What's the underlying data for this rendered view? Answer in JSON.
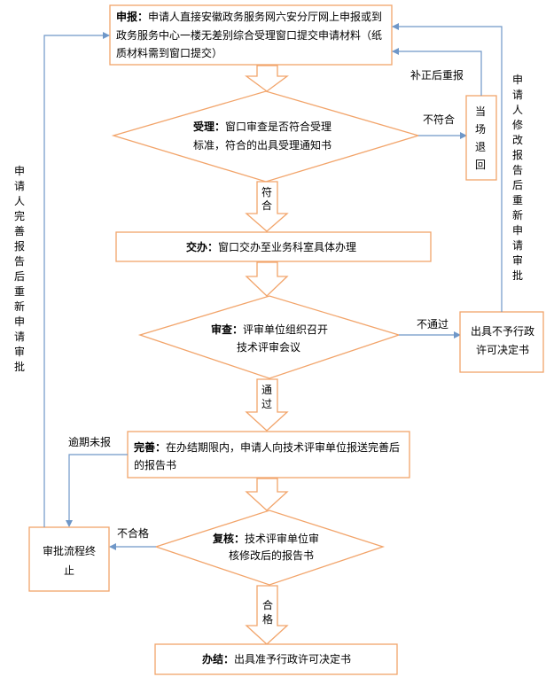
{
  "nodes": {
    "apply": {
      "head": "申报：",
      "lines": [
        "申请人直接安徽政务服务网六安分厅网上申报或到",
        "政务服务中心一楼无差别综合受理窗口提交申请材料（纸",
        "质材料需到窗口提交）"
      ]
    },
    "accept": {
      "head": "受理：",
      "lines": [
        "窗口审查是否符合受理",
        "标准，符合的出具受理通知书"
      ]
    },
    "onsite": {
      "chars": [
        "当",
        "场",
        "退",
        "回"
      ]
    },
    "assign": {
      "head": "交办：",
      "text": "窗口交办至业务科室具体办理"
    },
    "review": {
      "head": "审查：",
      "lines": [
        "评审单位组织召开",
        "技术评审会议"
      ]
    },
    "deny": {
      "lines": [
        "出具不予行政",
        "许可决定书"
      ]
    },
    "improve": {
      "head": "完善：",
      "lines": [
        "在办结期限内，申请人向技术评审单位报送完善后",
        "的报告书"
      ]
    },
    "recheck": {
      "head": "复核：",
      "lines": [
        "技术评审单位审",
        "核修改后的报告书"
      ]
    },
    "terminate": {
      "lines": [
        "审批流程终",
        "止"
      ]
    },
    "finish": {
      "head": "办结：",
      "text": "出具准予行政许可决定书"
    }
  },
  "labels": {
    "conform": [
      "符",
      "合"
    ],
    "not_conform": "不符合",
    "resubmit": "补正后重报",
    "pass": [
      "通",
      "过"
    ],
    "not_pass": "不通过",
    "overdue": "逾期未报",
    "qualified": [
      "合",
      "格"
    ],
    "not_qualified": "不合格",
    "left_side": [
      "申",
      "请",
      "人",
      "完",
      "善",
      "报",
      "告",
      "后",
      "重",
      "新",
      "申",
      "请",
      "审",
      "批"
    ],
    "right_side": [
      "申",
      "请",
      "人",
      "修",
      "改",
      "报",
      "告",
      "后",
      "重",
      "新",
      "申",
      "请",
      "审",
      "批"
    ]
  },
  "colors": {
    "shape_stroke": "#f2a46a",
    "connector": "#6f97c8"
  }
}
